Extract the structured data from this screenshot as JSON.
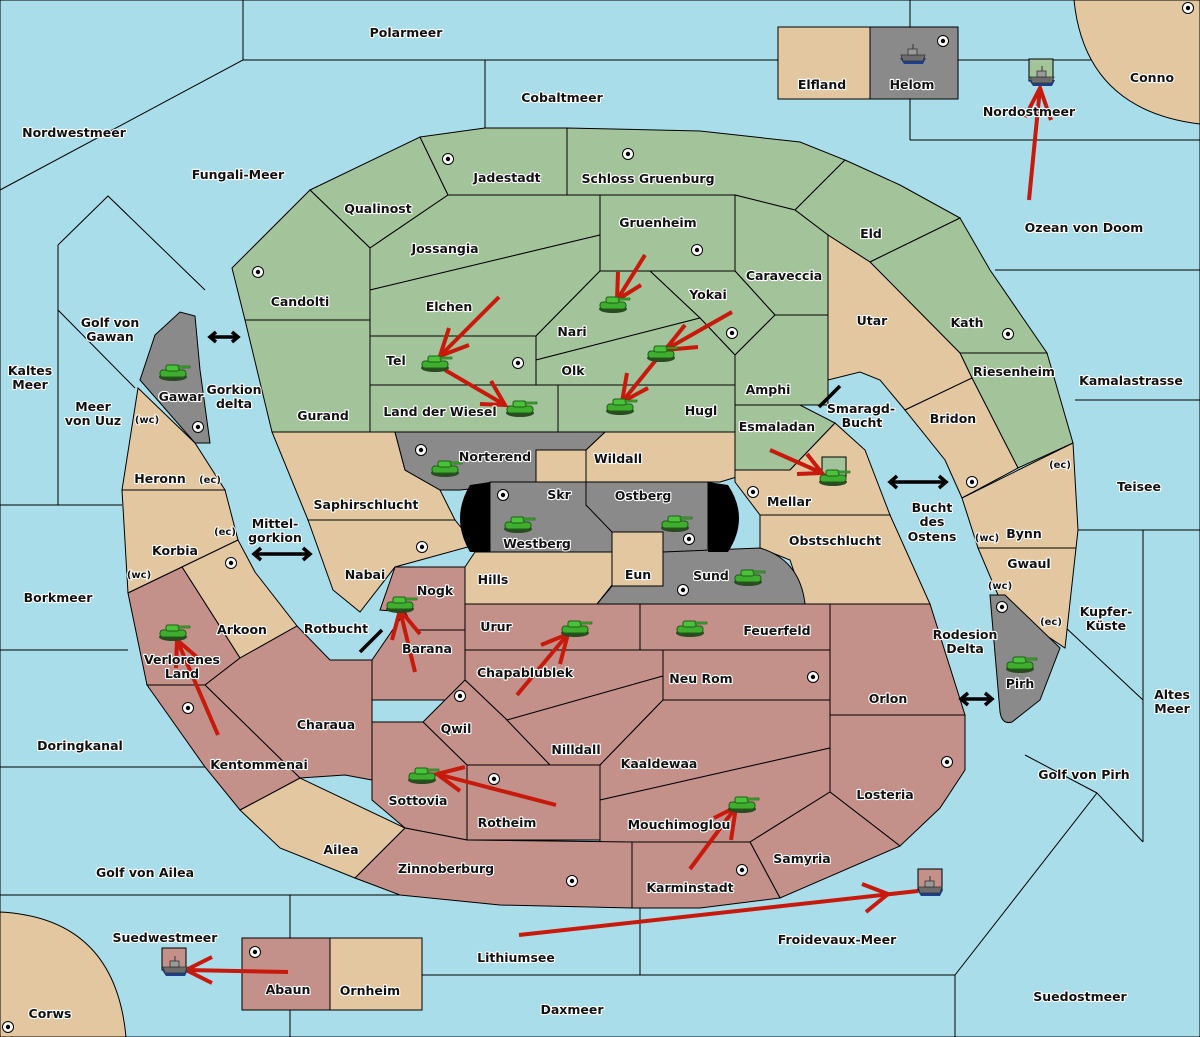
{
  "map_title": "Diplomacy-style map",
  "colors": {
    "sea": "#a8dde9",
    "neutral": "#e2c7a0",
    "green_power": "#a3c49a",
    "red_power": "#c4908a",
    "gray_power": "#8a8a8a",
    "order_arrow": "#c8190d",
    "tank": "#3fae2f"
  },
  "seas": [
    {
      "name": "Polarmeer"
    },
    {
      "name": "Cobaltmeer"
    },
    {
      "name": "Nordwestmeer"
    },
    {
      "name": "Fungali-Meer"
    },
    {
      "name": "Nordostmeer"
    },
    {
      "name": "Ozean von Doom"
    },
    {
      "name": "Golf von Gawan"
    },
    {
      "name": "Kaltes Meer"
    },
    {
      "name": "Meer von Uuz"
    },
    {
      "name": "Gorkion delta"
    },
    {
      "name": "Mittel-gorkion"
    },
    {
      "name": "Borkmeer"
    },
    {
      "name": "Rotbucht"
    },
    {
      "name": "Doringkanal"
    },
    {
      "name": "Golf von Ailea"
    },
    {
      "name": "Suedwestmeer"
    },
    {
      "name": "Lithiumsee"
    },
    {
      "name": "Daxmeer"
    },
    {
      "name": "Froidevaux-Meer"
    },
    {
      "name": "Suedostmeer"
    },
    {
      "name": "Golf von Pirh"
    },
    {
      "name": "Altes Meer"
    },
    {
      "name": "Kupfer-Küste"
    },
    {
      "name": "Rodesion Delta"
    },
    {
      "name": "Teisee"
    },
    {
      "name": "Kamalastrasse"
    },
    {
      "name": "Bucht des Ostens"
    },
    {
      "name": "Smaragd-Bucht"
    }
  ],
  "territories": {
    "green": [
      "Qualinost",
      "Jadestadt",
      "Schloss Gruenburg",
      "Candolti",
      "Jossangia",
      "Gruenheim",
      "Eld",
      "Caraveccia",
      "Elchen",
      "Yokai",
      "Nari",
      "Tel",
      "Olk",
      "Gurand",
      "Land der Wiesel",
      "Hugl",
      "Amphi",
      "Esmaladan",
      "Kath",
      "Riesenheim"
    ],
    "neutral": [
      "Elfland",
      "Conno",
      "Utar",
      "Bridon",
      "Heronn",
      "Korbia",
      "Arkoon",
      "Saphirschlucht",
      "Nabai",
      "Hills",
      "Skr",
      "Wildall",
      "Mellar",
      "Obstschlucht",
      "Eun",
      "Bynn",
      "Gwaul",
      "Ailea",
      "Ornheim",
      "Corws"
    ],
    "gray": [
      "Helom",
      "Gawar",
      "Norterend",
      "Westberg",
      "Ostberg",
      "Sund",
      "Pirh"
    ],
    "red": [
      "Nogk",
      "Barana",
      "Urur",
      "Feuerfeld",
      "Chapablublek",
      "Neu Rom",
      "Verlorenes Land",
      "Charaua",
      "Qwil",
      "Nilldall",
      "Orlon",
      "Kentommenai",
      "Kaaldewaa",
      "Sottovia",
      "Rotheim",
      "Losteria",
      "Mouchimoglou",
      "Samyria",
      "Zinnoberburg",
      "Karminstadt",
      "Abaun"
    ]
  },
  "coast_markers": [
    "(wc)",
    "(ec)",
    "(ec)",
    "(wc)",
    "(ec)",
    "(wc)",
    "(wc)",
    "(ec)"
  ],
  "labels": {
    "Polarmeer": "Polarmeer",
    "Cobaltmeer": "Cobaltmeer",
    "Nordwestmeer": "Nordwestmeer",
    "Fungali": "Fungali-Meer",
    "Nordostmeer": "Nordostmeer",
    "Ozean": "Ozean von Doom",
    "Gawan1": "Golf von",
    "Gawan2": "Gawan",
    "Kaltes1": "Kaltes",
    "Kaltes2": "Meer",
    "Uuz1": "Meer",
    "Uuz2": "von Uuz",
    "Gork1": "Gorkion",
    "Gork2": "delta",
    "Mittel1": "Mittel-",
    "Mittel2": "gorkion",
    "Borkmeer": "Borkmeer",
    "Rotbucht": "Rotbucht",
    "Doringkanal": "Doringkanal",
    "Ailea_golf": "Golf von Ailea",
    "Suedwestmeer": "Suedwestmeer",
    "Lithiumsee": "Lithiumsee",
    "Daxmeer": "Daxmeer",
    "Froidevaux": "Froidevaux-Meer",
    "Suedostmeer": "Suedostmeer",
    "Pirh_golf": "Golf von Pirh",
    "Altes1": "Altes",
    "Altes2": "Meer",
    "Kupfer1": "Kupfer-",
    "Kupfer2": "Küste",
    "Rodesion1": "Rodesion",
    "Rodesion2": "Delta",
    "Teisee": "Teisee",
    "Kamala": "Kamalastrasse",
    "Bucht1": "Bucht",
    "Bucht2": "des",
    "Bucht3": "Ostens",
    "Smaragd1": "Smaragd-",
    "Smaragd2": "Bucht",
    "Elfland": "Elfland",
    "Helom": "Helom",
    "Conno": "Conno",
    "Qualinost": "Qualinost",
    "Jadestadt": "Jadestadt",
    "Schloss": "Schloss Gruenburg",
    "Candolti": "Candolti",
    "Jossangia": "Jossangia",
    "Gruenheim": "Gruenheim",
    "Eld": "Eld",
    "Caraveccia": "Caraveccia",
    "Elchen": "Elchen",
    "Yokai": "Yokai",
    "Nari": "Nari",
    "Tel": "Tel",
    "Olk": "Olk",
    "Gurand": "Gurand",
    "Wiesel": "Land der Wiesel",
    "Hugl": "Hugl",
    "Amphi": "Amphi",
    "Esmaladan": "Esmaladan",
    "Utar": "Utar",
    "Kath": "Kath",
    "Riesenheim": "Riesenheim",
    "Bridon": "Bridon",
    "Gawar": "Gawar",
    "Heronn": "Heronn",
    "Korbia": "Korbia",
    "Arkoon": "Arkoon",
    "Saphir": "Saphirschlucht",
    "Nabai": "Nabai",
    "Norterend": "Norterend",
    "Skr": "Skr",
    "Wildall": "Wildall",
    "Westberg": "Westberg",
    "Ostberg": "Ostberg",
    "Mellar": "Mellar",
    "Obstschlucht": "Obstschlucht",
    "Hills": "Hills",
    "Eun": "Eun",
    "Sund": "Sund",
    "Bynn": "Bynn",
    "Gwaul": "Gwaul",
    "Pirh": "Pirh",
    "Nogk": "Nogk",
    "Barana": "Barana",
    "Urur": "Urur",
    "Feuerfeld": "Feuerfeld",
    "Chapa": "Chapablublek",
    "NeuRom": "Neu Rom",
    "Verl1": "Verlorenes",
    "Verl2": "Land",
    "Charaua": "Charaua",
    "Qwil": "Qwil",
    "Nilldall": "Nilldall",
    "Orlon": "Orlon",
    "Kentommenai": "Kentommenai",
    "Kaaldewaa": "Kaaldewaa",
    "Sottovia": "Sottovia",
    "Rotheim": "Rotheim",
    "Losteria": "Losteria",
    "Mouchi": "Mouchimoglou",
    "Samyria": "Samyria",
    "Ailea": "Ailea",
    "Zinnoberburg": "Zinnoberburg",
    "Karminstadt": "Karminstadt",
    "Abaun": "Abaun",
    "Ornheim": "Ornheim",
    "Corws": "Corws"
  },
  "units": [
    {
      "type": "fleet",
      "location": "Helom"
    },
    {
      "type": "fleet",
      "location": "Nordostmeer"
    },
    {
      "type": "fleet",
      "location": "Suedwestmeer"
    },
    {
      "type": "fleet",
      "location": "Froidevaux-Meer"
    },
    {
      "type": "army",
      "location": "Gawar"
    },
    {
      "type": "army",
      "location": "Tel"
    },
    {
      "type": "army",
      "location": "Land der Wiesel"
    },
    {
      "type": "army",
      "location": "Nari"
    },
    {
      "type": "army",
      "location": "Olk"
    },
    {
      "type": "army",
      "location": "Hugl"
    },
    {
      "type": "army",
      "location": "Mellar"
    },
    {
      "type": "army",
      "location": "Norterend"
    },
    {
      "type": "army",
      "location": "Westberg"
    },
    {
      "type": "army",
      "location": "Ostberg"
    },
    {
      "type": "army",
      "location": "Sund"
    },
    {
      "type": "army",
      "location": "Pirh"
    },
    {
      "type": "army",
      "location": "Nogk"
    },
    {
      "type": "army",
      "location": "Urur"
    },
    {
      "type": "army",
      "location": "Feuerfeld"
    },
    {
      "type": "army",
      "location": "Verlorenes Land"
    },
    {
      "type": "army",
      "location": "Sottovia"
    },
    {
      "type": "army",
      "location": "Mouchimoglou"
    }
  ]
}
